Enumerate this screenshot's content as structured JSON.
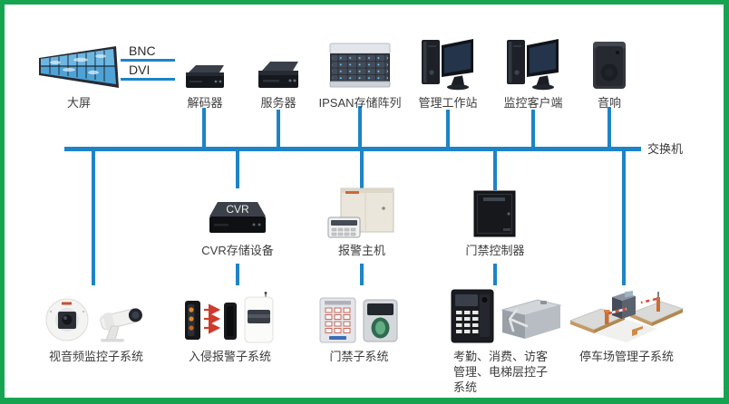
{
  "diagram": {
    "title_semantic": "security-system-topology",
    "colors": {
      "border_green": "#16a451",
      "line_blue": "#1d84c6"
    },
    "bus": {
      "label": "交换机"
    },
    "links": {
      "bnc": "BNC",
      "dvi": "DVI"
    },
    "top_row": [
      {
        "icon": "video-wall-icon",
        "label": "大屏"
      },
      {
        "icon": "decoder-icon",
        "label": "解码器"
      },
      {
        "icon": "server-icon",
        "label": "服务器"
      },
      {
        "icon": "storage-array-icon",
        "label": "IPSAN存储阵列"
      },
      {
        "icon": "workstation-icon",
        "label": "管理工作站"
      },
      {
        "icon": "client-pc-icon",
        "label": "监控客户端"
      },
      {
        "icon": "speaker-icon",
        "label": "音响"
      }
    ],
    "mid_row": [
      {
        "icon": "cvr-box-icon",
        "label": "CVR存储设备",
        "device_text": "CVR"
      },
      {
        "icon": "alarm-host-icon",
        "label": "报警主机"
      },
      {
        "icon": "door-controller-icon",
        "label": "门禁控制器"
      }
    ],
    "bottom_row": [
      {
        "icon": "cameras-icon",
        "label": "视音频监控子系统"
      },
      {
        "icon": "intrusion-sensors-icon",
        "label": "入侵报警子系统"
      },
      {
        "icon": "card-readers-icon",
        "label": "门禁子系统"
      },
      {
        "icon": "turnstile-icon",
        "label": "考勤、消费、访客管理、电梯层控子系统"
      },
      {
        "icon": "parking-lot-icon",
        "label": "停车场管理子系统"
      }
    ]
  }
}
